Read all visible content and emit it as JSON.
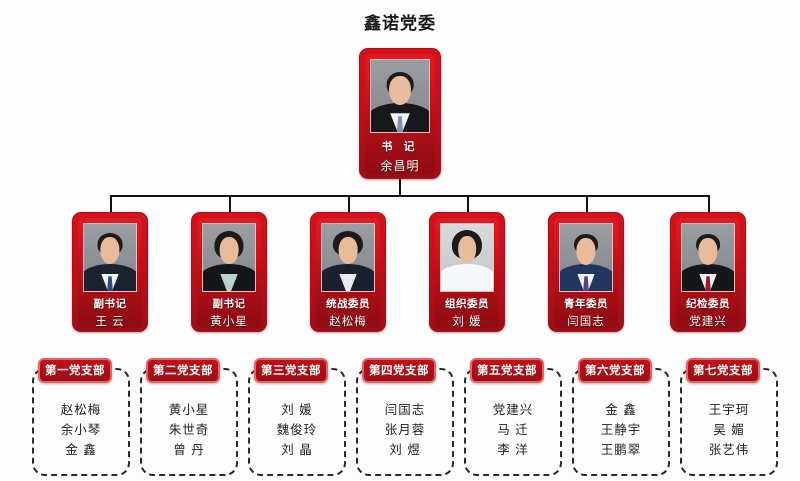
{
  "title": "鑫诺党委",
  "leader": {
    "role": "书  记",
    "name": "余昌明",
    "photo_alt": "portrait-photo"
  },
  "officers": [
    {
      "role": "副书记",
      "name": "王  云",
      "photo_alt": "portrait-photo"
    },
    {
      "role": "副书记",
      "name": "黄小星",
      "photo_alt": "portrait-photo"
    },
    {
      "role": "统战委员",
      "name": "赵松梅",
      "photo_alt": "portrait-photo"
    },
    {
      "role": "组织委员",
      "name": "刘  媛",
      "photo_alt": "portrait-photo"
    },
    {
      "role": "青年委员",
      "name": "闫国志",
      "photo_alt": "portrait-photo"
    },
    {
      "role": "纪检委员",
      "name": "党建兴",
      "photo_alt": "portrait-photo"
    }
  ],
  "branches": [
    {
      "label": "第一党支部",
      "members": [
        "赵松梅",
        "余小琴",
        "金  鑫"
      ]
    },
    {
      "label": "第二党支部",
      "members": [
        "黄小星",
        "朱世奇",
        "曾  丹"
      ]
    },
    {
      "label": "第三党支部",
      "members": [
        "刘  媛",
        "魏俊玲",
        "刘  晶"
      ]
    },
    {
      "label": "第四党支部",
      "members": [
        "闫国志",
        "张月蓉",
        "刘  煜"
      ]
    },
    {
      "label": "第五党支部",
      "members": [
        "党建兴",
        "马  迁",
        "李  洋"
      ]
    },
    {
      "label": "第六党支部",
      "members": [
        "金  鑫",
        "王静宇",
        "王鹏翠"
      ]
    },
    {
      "label": "第七党支部",
      "members": [
        "王宇珂",
        "吴  媚",
        "张艺伟"
      ]
    }
  ],
  "colors": {
    "card_red": "#c2101a",
    "card_red_dark": "#8d0c13",
    "badge_red": "#9e0d14",
    "badge_border": "#e4646a",
    "connector": "#111111",
    "background": "#fdfdfd",
    "text_dark": "#1a1a1a"
  }
}
